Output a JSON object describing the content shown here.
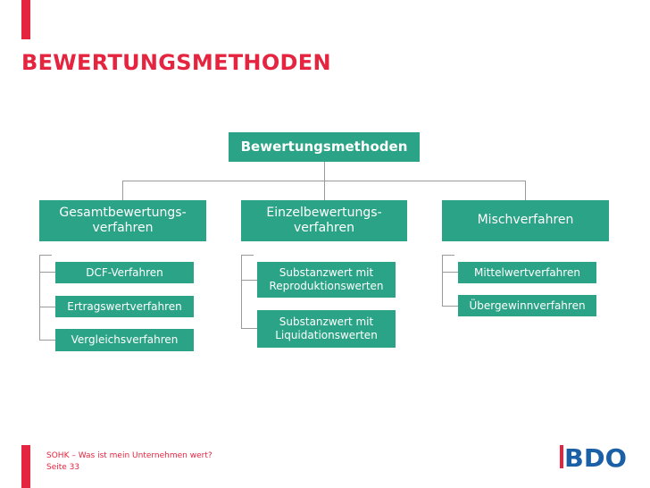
{
  "slide": {
    "title": "BEWERTUNGSMETHODEN"
  },
  "diagram": {
    "root": "Bewertungsmethoden",
    "categories": [
      {
        "label": "Gesamtbewertungs-\nverfahren",
        "children": [
          "DCF-Verfahren",
          "Ertragswertverfahren",
          "Vergleichsverfahren"
        ]
      },
      {
        "label": "Einzelbewertungs-\nverfahren",
        "children": [
          "Substanzwert mit\nReproduktionswerten",
          "Substanzwert mit\nLiquidationswerten"
        ]
      },
      {
        "label": "Mischverfahren",
        "children": [
          "Mittelwertverfahren",
          "Übergewinnverfahren"
        ]
      }
    ]
  },
  "footer": {
    "line1": "SOHK – Was ist mein Unternehmen wert?",
    "line2": "Seite 33"
  },
  "logo": {
    "text": "BDO",
    "color": "#1b5fa6",
    "bar_color": "#e5243f"
  },
  "colors": {
    "accent": "#e5243f",
    "box": "#2ba386",
    "line": "#9a9a9a"
  }
}
